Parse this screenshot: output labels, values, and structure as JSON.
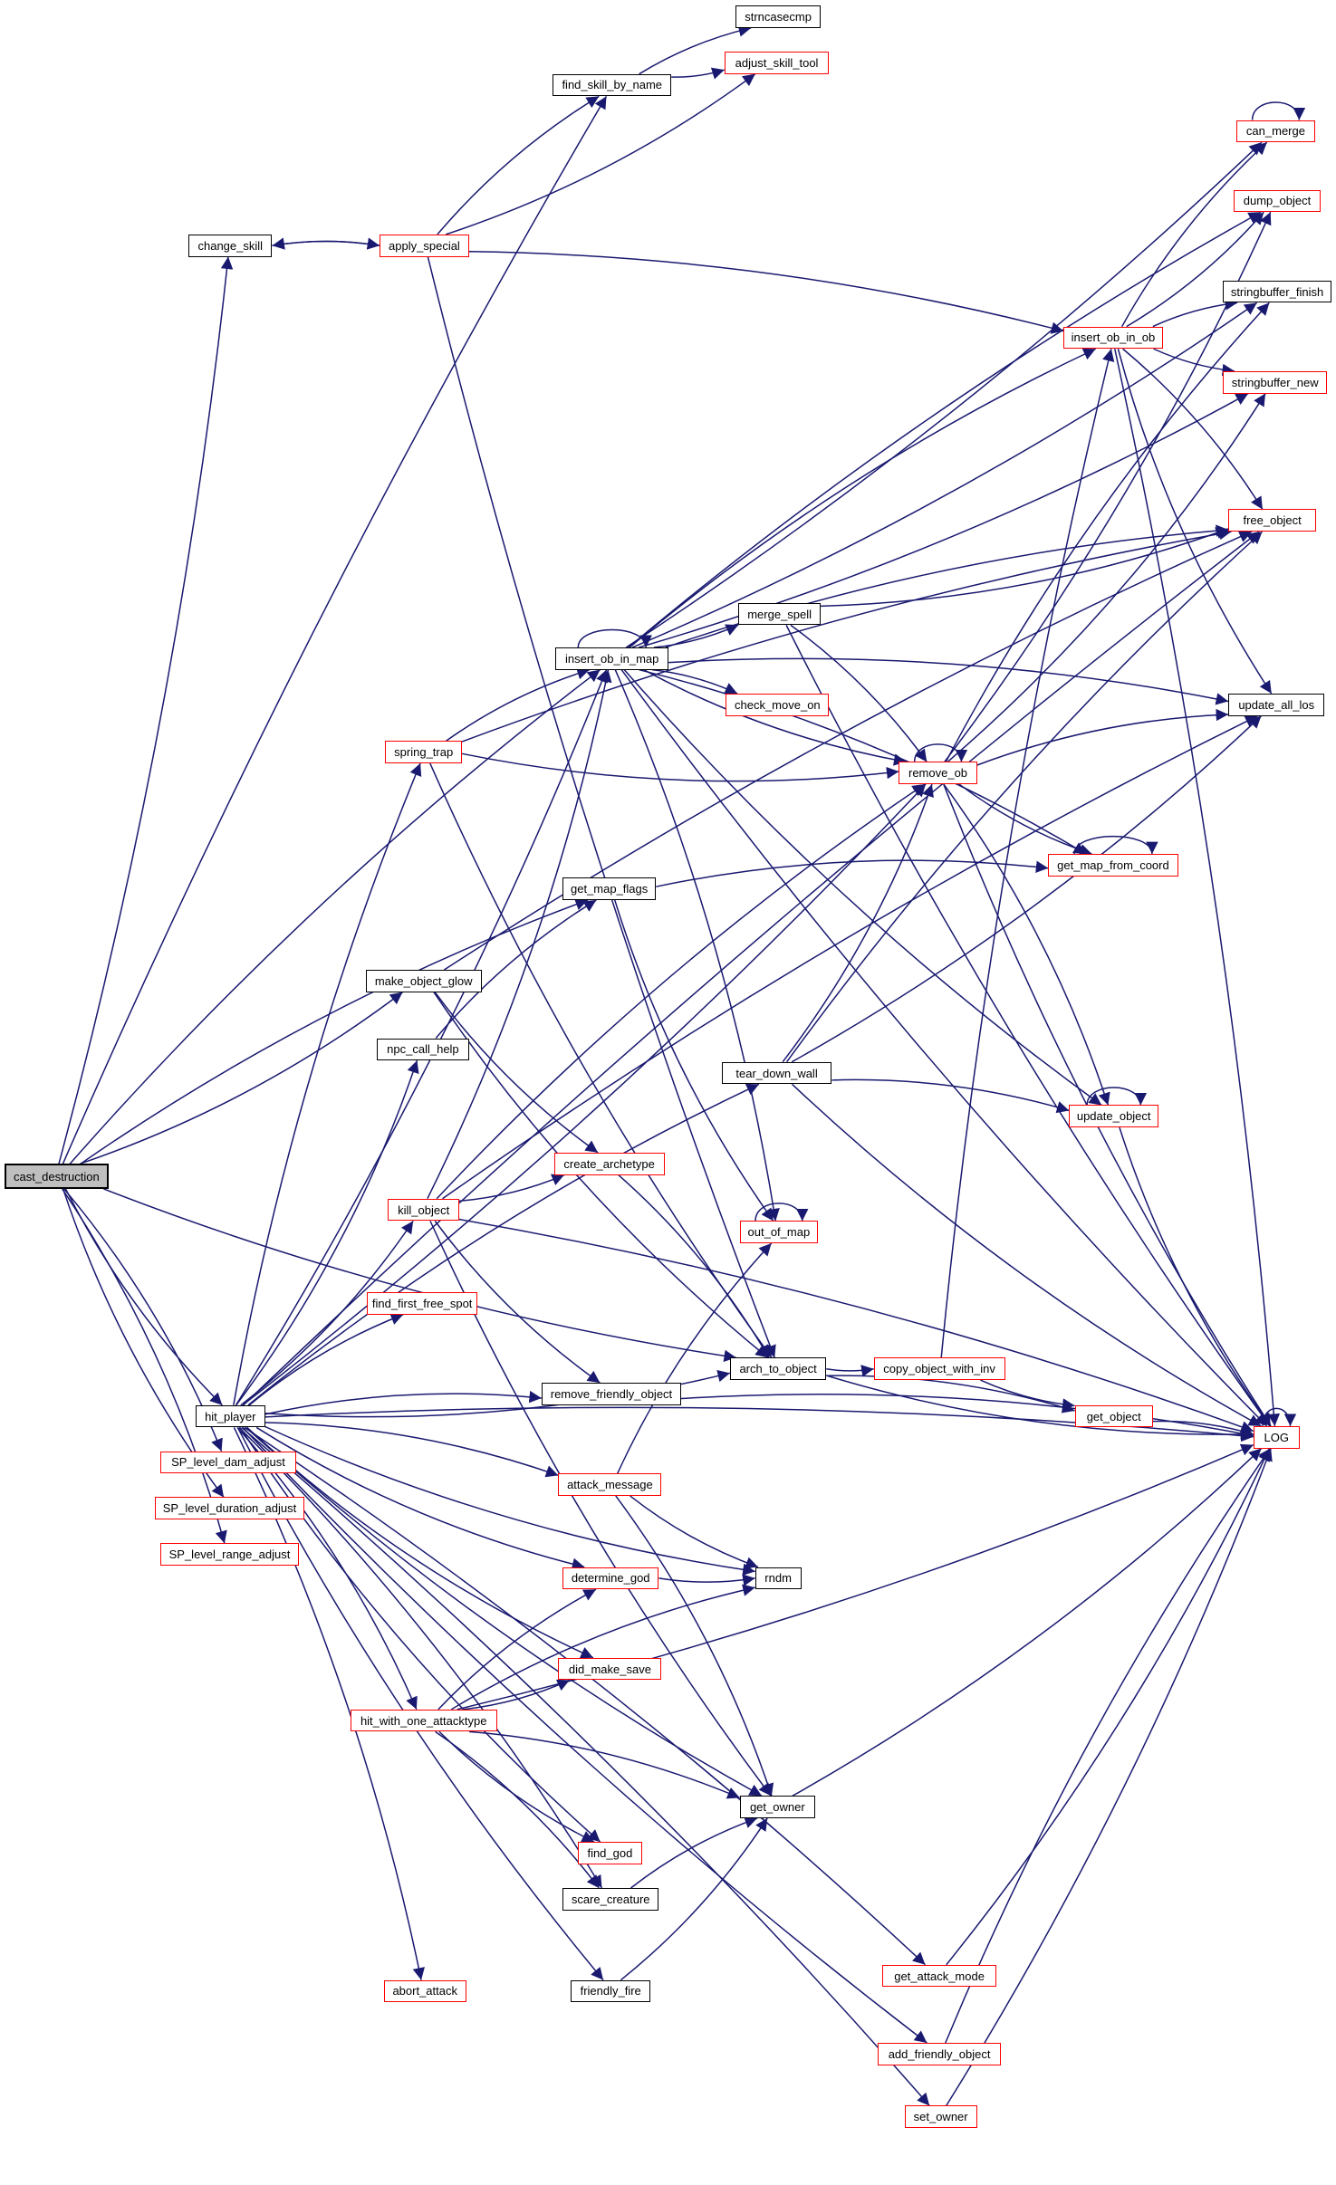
{
  "graph": {
    "type": "call-graph",
    "root": "cast_destruction",
    "edge_color": "#191970",
    "nodes": [
      {
        "id": "strncasecmp",
        "label": "strncasecmp",
        "style": "black"
      },
      {
        "id": "find_skill_by_name",
        "label": "find_skill_by_name",
        "style": "black"
      },
      {
        "id": "adjust_skill_tool",
        "label": "adjust_skill_tool",
        "style": "red"
      },
      {
        "id": "change_skill",
        "label": "change_skill",
        "style": "black"
      },
      {
        "id": "apply_special",
        "label": "apply_special",
        "style": "red"
      },
      {
        "id": "can_merge",
        "label": "can_merge",
        "style": "red"
      },
      {
        "id": "dump_object",
        "label": "dump_object",
        "style": "red"
      },
      {
        "id": "stringbuffer_finish",
        "label": "stringbuffer_finish",
        "style": "black"
      },
      {
        "id": "insert_ob_in_ob",
        "label": "insert_ob_in_ob",
        "style": "red"
      },
      {
        "id": "stringbuffer_new",
        "label": "stringbuffer_new",
        "style": "red"
      },
      {
        "id": "free_object",
        "label": "free_object",
        "style": "red"
      },
      {
        "id": "merge_spell",
        "label": "merge_spell",
        "style": "black"
      },
      {
        "id": "insert_ob_in_map",
        "label": "insert_ob_in_map",
        "style": "black"
      },
      {
        "id": "check_move_on",
        "label": "check_move_on",
        "style": "red"
      },
      {
        "id": "update_all_los",
        "label": "update_all_los",
        "style": "black"
      },
      {
        "id": "spring_trap",
        "label": "spring_trap",
        "style": "red"
      },
      {
        "id": "remove_ob",
        "label": "remove_ob",
        "style": "red"
      },
      {
        "id": "get_map_from_coord",
        "label": "get_map_from_coord",
        "style": "red"
      },
      {
        "id": "get_map_flags",
        "label": "get_map_flags",
        "style": "black"
      },
      {
        "id": "make_object_glow",
        "label": "make_object_glow",
        "style": "black"
      },
      {
        "id": "npc_call_help",
        "label": "npc_call_help",
        "style": "black"
      },
      {
        "id": "tear_down_wall",
        "label": "tear_down_wall",
        "style": "black"
      },
      {
        "id": "update_object",
        "label": "update_object",
        "style": "red"
      },
      {
        "id": "create_archetype",
        "label": "create_archetype",
        "style": "red"
      },
      {
        "id": "cast_destruction",
        "label": "cast_destruction",
        "style": "gray"
      },
      {
        "id": "kill_object",
        "label": "kill_object",
        "style": "red"
      },
      {
        "id": "out_of_map",
        "label": "out_of_map",
        "style": "red"
      },
      {
        "id": "find_first_free_spot",
        "label": "find_first_free_spot",
        "style": "red"
      },
      {
        "id": "arch_to_object",
        "label": "arch_to_object",
        "style": "black"
      },
      {
        "id": "copy_object_with_inv",
        "label": "copy_object_with_inv",
        "style": "red"
      },
      {
        "id": "remove_friendly_object",
        "label": "remove_friendly_object",
        "style": "black"
      },
      {
        "id": "hit_player",
        "label": "hit_player",
        "style": "black"
      },
      {
        "id": "get_object",
        "label": "get_object",
        "style": "red"
      },
      {
        "id": "LOG",
        "label": "LOG",
        "style": "red"
      },
      {
        "id": "SP_level_dam_adjust",
        "label": "SP_level_dam_adjust",
        "style": "red"
      },
      {
        "id": "attack_message",
        "label": "attack_message",
        "style": "red"
      },
      {
        "id": "SP_level_duration_adjust",
        "label": "SP_level_duration_adjust",
        "style": "red"
      },
      {
        "id": "SP_level_range_adjust",
        "label": "SP_level_range_adjust",
        "style": "red"
      },
      {
        "id": "determine_god",
        "label": "determine_god",
        "style": "red"
      },
      {
        "id": "rndm",
        "label": "rndm",
        "style": "black"
      },
      {
        "id": "did_make_save",
        "label": "did_make_save",
        "style": "red"
      },
      {
        "id": "hit_with_one_attacktype",
        "label": "hit_with_one_attacktype",
        "style": "red"
      },
      {
        "id": "get_owner",
        "label": "get_owner",
        "style": "black"
      },
      {
        "id": "find_god",
        "label": "find_god",
        "style": "red"
      },
      {
        "id": "scare_creature",
        "label": "scare_creature",
        "style": "black"
      },
      {
        "id": "friendly_fire",
        "label": "friendly_fire",
        "style": "black"
      },
      {
        "id": "get_attack_mode",
        "label": "get_attack_mode",
        "style": "red"
      },
      {
        "id": "abort_attack",
        "label": "abort_attack",
        "style": "red"
      },
      {
        "id": "add_friendly_object",
        "label": "add_friendly_object",
        "style": "red"
      },
      {
        "id": "set_owner",
        "label": "set_owner",
        "style": "red"
      }
    ],
    "edges": [
      [
        "cast_destruction",
        "find_skill_by_name"
      ],
      [
        "cast_destruction",
        "change_skill"
      ],
      [
        "cast_destruction",
        "insert_ob_in_map"
      ],
      [
        "cast_destruction",
        "make_object_glow"
      ],
      [
        "cast_destruction",
        "get_map_flags"
      ],
      [
        "cast_destruction",
        "hit_player"
      ],
      [
        "cast_destruction",
        "SP_level_dam_adjust"
      ],
      [
        "cast_destruction",
        "SP_level_duration_adjust"
      ],
      [
        "cast_destruction",
        "SP_level_range_adjust"
      ],
      [
        "cast_destruction",
        "arch_to_object"
      ],
      [
        "find_skill_by_name",
        "strncasecmp"
      ],
      [
        "find_skill_by_name",
        "adjust_skill_tool"
      ],
      [
        "change_skill",
        "apply_special"
      ],
      [
        "apply_special",
        "change_skill"
      ],
      [
        "apply_special",
        "find_skill_by_name"
      ],
      [
        "apply_special",
        "adjust_skill_tool"
      ],
      [
        "apply_special",
        "insert_ob_in_ob"
      ],
      [
        "apply_special",
        "arch_to_object"
      ],
      [
        "insert_ob_in_ob",
        "can_merge"
      ],
      [
        "insert_ob_in_ob",
        "dump_object"
      ],
      [
        "insert_ob_in_ob",
        "stringbuffer_finish"
      ],
      [
        "insert_ob_in_ob",
        "stringbuffer_new"
      ],
      [
        "insert_ob_in_ob",
        "free_object"
      ],
      [
        "insert_ob_in_ob",
        "update_all_los"
      ],
      [
        "insert_ob_in_ob",
        "LOG"
      ],
      [
        "can_merge",
        "can_merge"
      ],
      [
        "insert_ob_in_map",
        "insert_ob_in_map"
      ],
      [
        "insert_ob_in_map",
        "can_merge"
      ],
      [
        "insert_ob_in_map",
        "dump_object"
      ],
      [
        "insert_ob_in_map",
        "stringbuffer_finish"
      ],
      [
        "insert_ob_in_map",
        "insert_ob_in_ob"
      ],
      [
        "insert_ob_in_map",
        "stringbuffer_new"
      ],
      [
        "insert_ob_in_map",
        "free_object"
      ],
      [
        "insert_ob_in_map",
        "merge_spell"
      ],
      [
        "insert_ob_in_map",
        "check_move_on"
      ],
      [
        "insert_ob_in_map",
        "remove_ob"
      ],
      [
        "insert_ob_in_map",
        "get_map_from_coord"
      ],
      [
        "insert_ob_in_map",
        "update_object"
      ],
      [
        "insert_ob_in_map",
        "out_of_map"
      ],
      [
        "insert_ob_in_map",
        "LOG"
      ],
      [
        "insert_ob_in_map",
        "update_all_los"
      ],
      [
        "merge_spell",
        "free_object"
      ],
      [
        "merge_spell",
        "remove_ob"
      ],
      [
        "merge_spell",
        "LOG"
      ],
      [
        "remove_ob",
        "remove_ob"
      ],
      [
        "remove_ob",
        "dump_object"
      ],
      [
        "remove_ob",
        "stringbuffer_finish"
      ],
      [
        "remove_ob",
        "stringbuffer_new"
      ],
      [
        "remove_ob",
        "update_all_los"
      ],
      [
        "remove_ob",
        "get_map_from_coord"
      ],
      [
        "remove_ob",
        "update_object"
      ],
      [
        "remove_ob",
        "LOG"
      ],
      [
        "spring_trap",
        "insert_ob_in_map"
      ],
      [
        "spring_trap",
        "remove_ob"
      ],
      [
        "spring_trap",
        "free_object"
      ],
      [
        "spring_trap",
        "arch_to_object"
      ],
      [
        "get_map_flags",
        "get_map_from_coord"
      ],
      [
        "get_map_flags",
        "out_of_map"
      ],
      [
        "get_map_from_coord",
        "get_map_from_coord"
      ],
      [
        "make_object_glow",
        "create_archetype"
      ],
      [
        "make_object_glow",
        "free_object"
      ],
      [
        "make_object_glow",
        "arch_to_object"
      ],
      [
        "npc_call_help",
        "get_map_flags"
      ],
      [
        "tear_down_wall",
        "remove_ob"
      ],
      [
        "tear_down_wall",
        "free_object"
      ],
      [
        "tear_down_wall",
        "update_all_los"
      ],
      [
        "tear_down_wall",
        "update_object"
      ],
      [
        "tear_down_wall",
        "LOG"
      ],
      [
        "update_object",
        "update_object"
      ],
      [
        "update_object",
        "LOG"
      ],
      [
        "create_archetype",
        "arch_to_object"
      ],
      [
        "kill_object",
        "insert_ob_in_map"
      ],
      [
        "kill_object",
        "remove_ob"
      ],
      [
        "kill_object",
        "create_archetype"
      ],
      [
        "kill_object",
        "update_all_los"
      ],
      [
        "kill_object",
        "remove_friendly_object"
      ],
      [
        "kill_object",
        "LOG"
      ],
      [
        "kill_object",
        "get_owner"
      ],
      [
        "out_of_map",
        "out_of_map"
      ],
      [
        "arch_to_object",
        "copy_object_with_inv"
      ],
      [
        "arch_to_object",
        "get_object"
      ],
      [
        "arch_to_object",
        "LOG"
      ],
      [
        "copy_object_with_inv",
        "insert_ob_in_ob"
      ],
      [
        "copy_object_with_inv",
        "get_object"
      ],
      [
        "get_object",
        "LOG"
      ],
      [
        "LOG",
        "LOG"
      ],
      [
        "hit_player",
        "free_object"
      ],
      [
        "hit_player",
        "insert_ob_in_map"
      ],
      [
        "hit_player",
        "spring_trap"
      ],
      [
        "hit_player",
        "remove_ob"
      ],
      [
        "hit_player",
        "tear_down_wall"
      ],
      [
        "hit_player",
        "kill_object"
      ],
      [
        "hit_player",
        "find_first_free_spot"
      ],
      [
        "hit_player",
        "arch_to_object"
      ],
      [
        "hit_player",
        "remove_friendly_object"
      ],
      [
        "hit_player",
        "rndm"
      ],
      [
        "hit_player",
        "attack_message"
      ],
      [
        "hit_player",
        "determine_god"
      ],
      [
        "hit_player",
        "LOG"
      ],
      [
        "hit_player",
        "did_make_save"
      ],
      [
        "hit_player",
        "hit_with_one_attacktype"
      ],
      [
        "hit_player",
        "find_god"
      ],
      [
        "hit_player",
        "scare_creature"
      ],
      [
        "hit_player",
        "get_owner"
      ],
      [
        "hit_player",
        "abort_attack"
      ],
      [
        "hit_player",
        "friendly_fire"
      ],
      [
        "hit_player",
        "get_attack_mode"
      ],
      [
        "hit_player",
        "add_friendly_object"
      ],
      [
        "hit_player",
        "set_owner"
      ],
      [
        "hit_player",
        "npc_call_help"
      ],
      [
        "attack_message",
        "out_of_map"
      ],
      [
        "attack_message",
        "rndm"
      ],
      [
        "attack_message",
        "get_owner"
      ],
      [
        "determine_god",
        "rndm"
      ],
      [
        "hit_with_one_attacktype",
        "determine_god"
      ],
      [
        "hit_with_one_attacktype",
        "did_make_save"
      ],
      [
        "hit_with_one_attacktype",
        "rndm"
      ],
      [
        "hit_with_one_attacktype",
        "LOG"
      ],
      [
        "hit_with_one_attacktype",
        "get_owner"
      ],
      [
        "hit_with_one_attacktype",
        "find_god"
      ],
      [
        "hit_with_one_attacktype",
        "scare_creature"
      ],
      [
        "get_owner",
        "LOG"
      ],
      [
        "scare_creature",
        "get_owner"
      ],
      [
        "friendly_fire",
        "get_owner"
      ],
      [
        "remove_friendly_object",
        "LOG"
      ],
      [
        "get_attack_mode",
        "LOG"
      ],
      [
        "add_friendly_object",
        "LOG"
      ],
      [
        "set_owner",
        "LOG"
      ]
    ]
  }
}
